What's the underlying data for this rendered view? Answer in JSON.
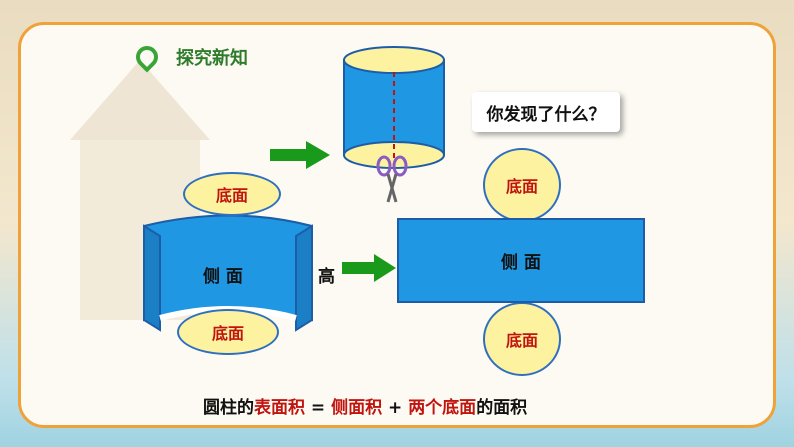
{
  "header": {
    "title": "探究新知",
    "icon": "map-pin-icon"
  },
  "question": "你发现了什么？",
  "labels": {
    "base": "底面",
    "lateral": "侧 面",
    "height": "高"
  },
  "formula": {
    "part1": "圆柱的",
    "part2": "表面积",
    "eq": " = ",
    "part3": "侧面积",
    "plus": " + ",
    "part4": "两个底面",
    "part5": "的面积"
  },
  "colors": {
    "accent": "#f0a23a",
    "blue": "#1f97e2",
    "oval": "#fdf2a0",
    "red": "#c0140f",
    "green": "#1a9a1a"
  }
}
